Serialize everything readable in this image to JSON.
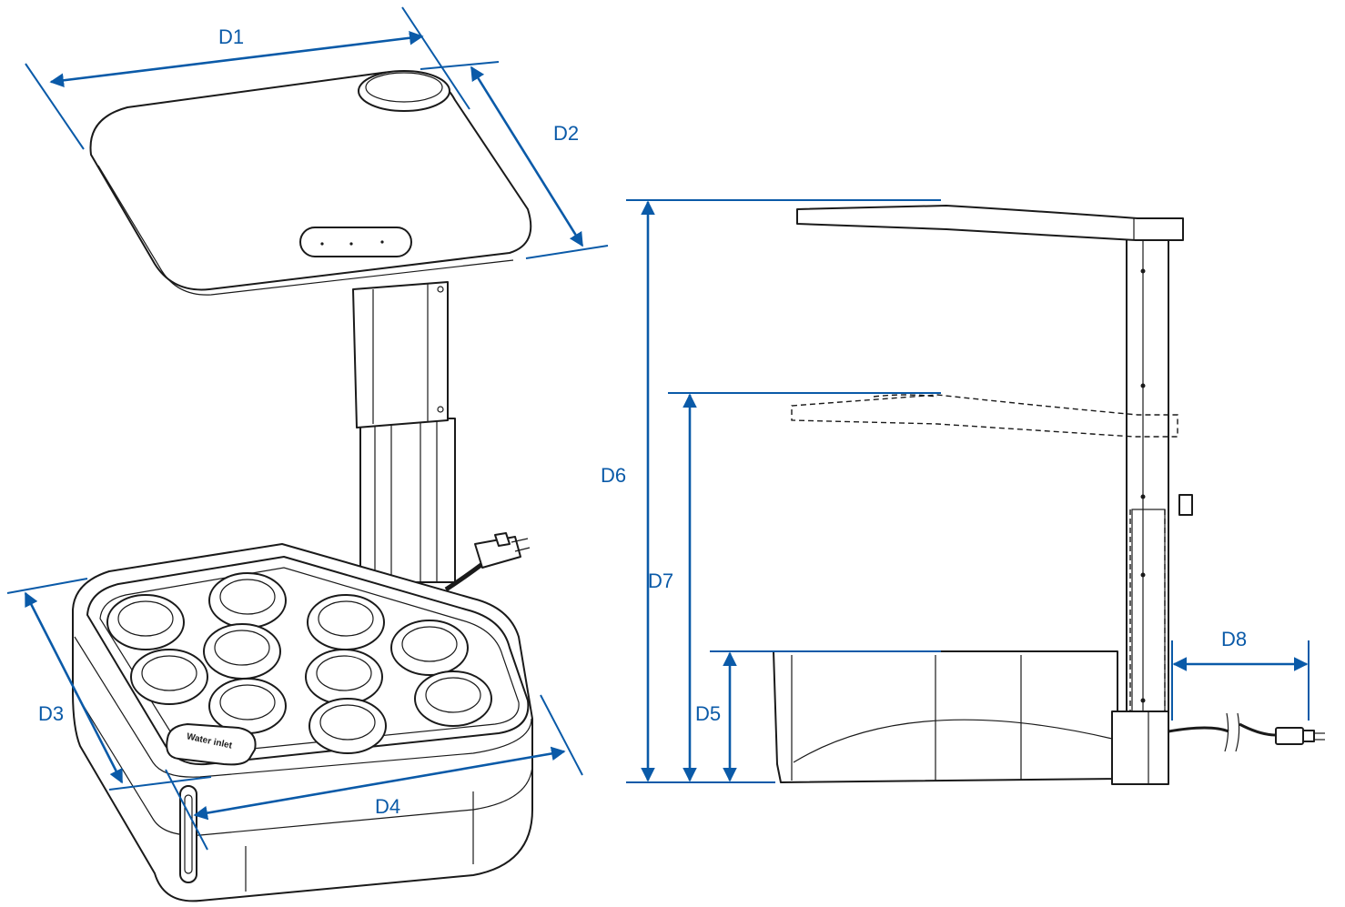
{
  "dimensions": {
    "d1": "D1",
    "d2": "D2",
    "d3": "D3",
    "d4": "D4",
    "d5": "D5",
    "d6": "D6",
    "d7": "D7",
    "d8": "D8"
  },
  "product": {
    "water_inlet_label": "Water inlet"
  },
  "colors": {
    "dimension_blue": "#0a5aa8",
    "line_art": "#1a1a1a",
    "background": "#ffffff"
  },
  "icons": [
    "power-plug-icon"
  ]
}
